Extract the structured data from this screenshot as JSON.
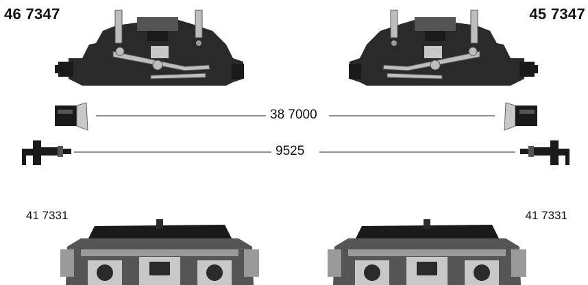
{
  "labels": {
    "top_left": "46 7347",
    "top_right": "45 7347",
    "coupler_spring_part": "38 7000",
    "coupler_part": "9525",
    "bogie_left": "41 7331",
    "bogie_right": "41 7331"
  }
}
